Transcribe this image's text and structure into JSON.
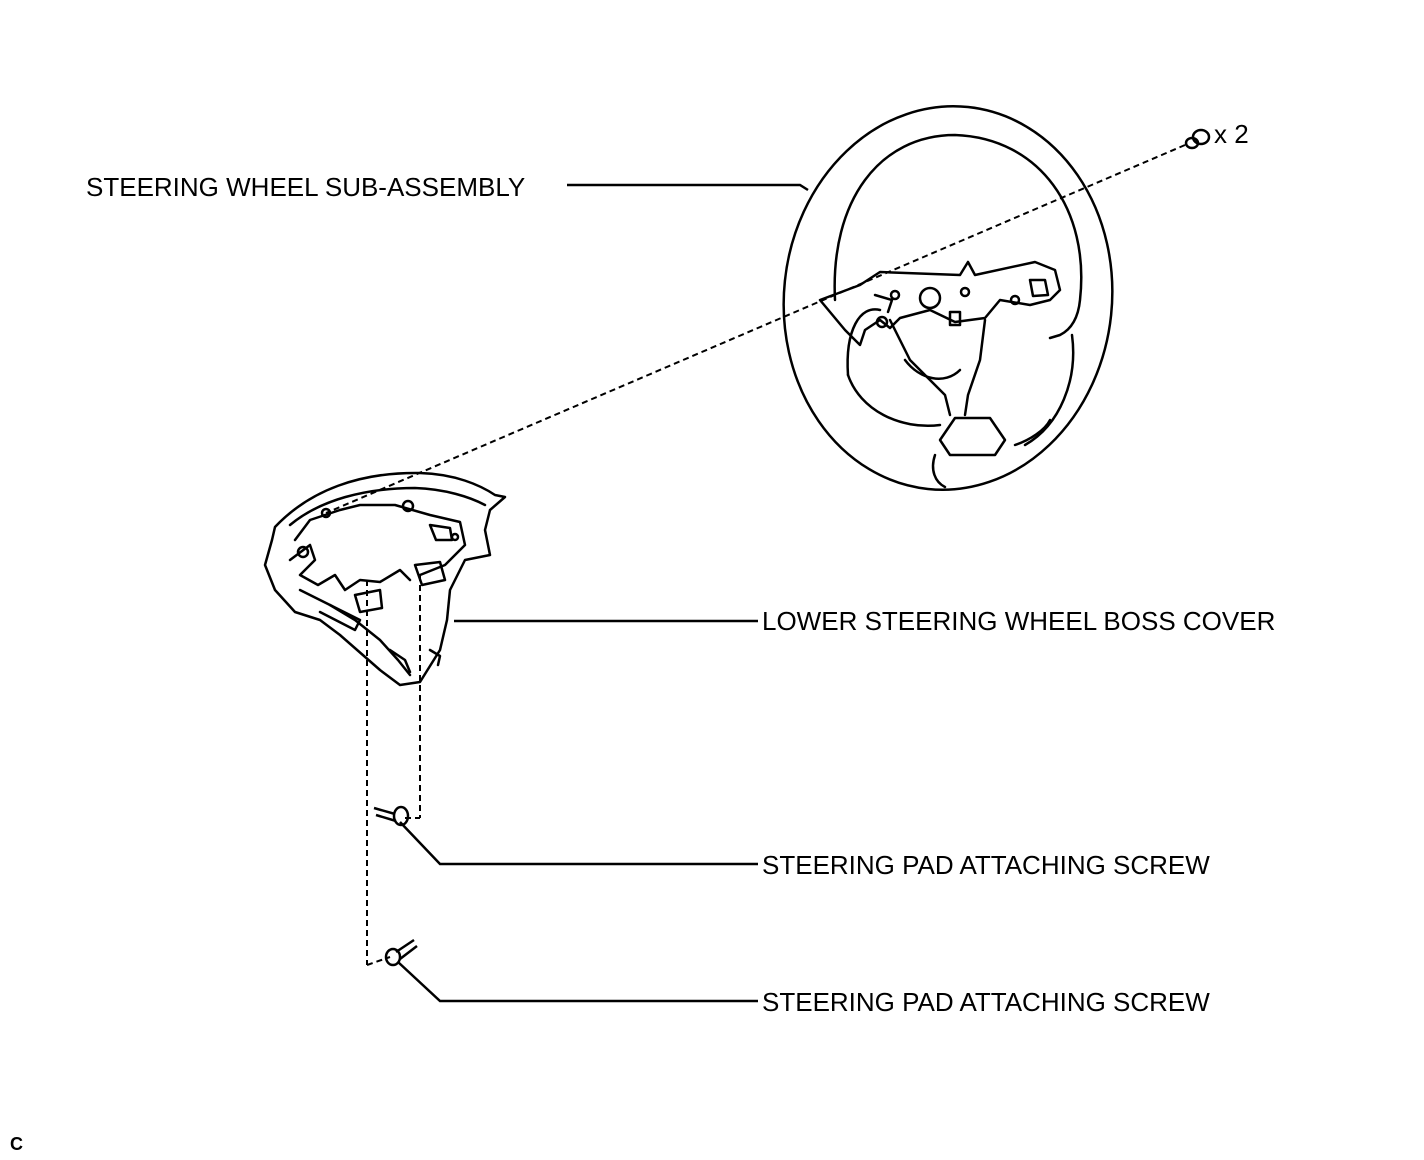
{
  "labels": {
    "steering_wheel": "STEERING WHEEL SUB-ASSEMBLY",
    "quantity": "x 2",
    "boss_cover": "LOWER STEERING WHEEL BOSS COVER",
    "screw_1": "STEERING PAD ATTACHING SCREW",
    "screw_2": "STEERING PAD ATTACHING SCREW",
    "corner_code": "C"
  }
}
